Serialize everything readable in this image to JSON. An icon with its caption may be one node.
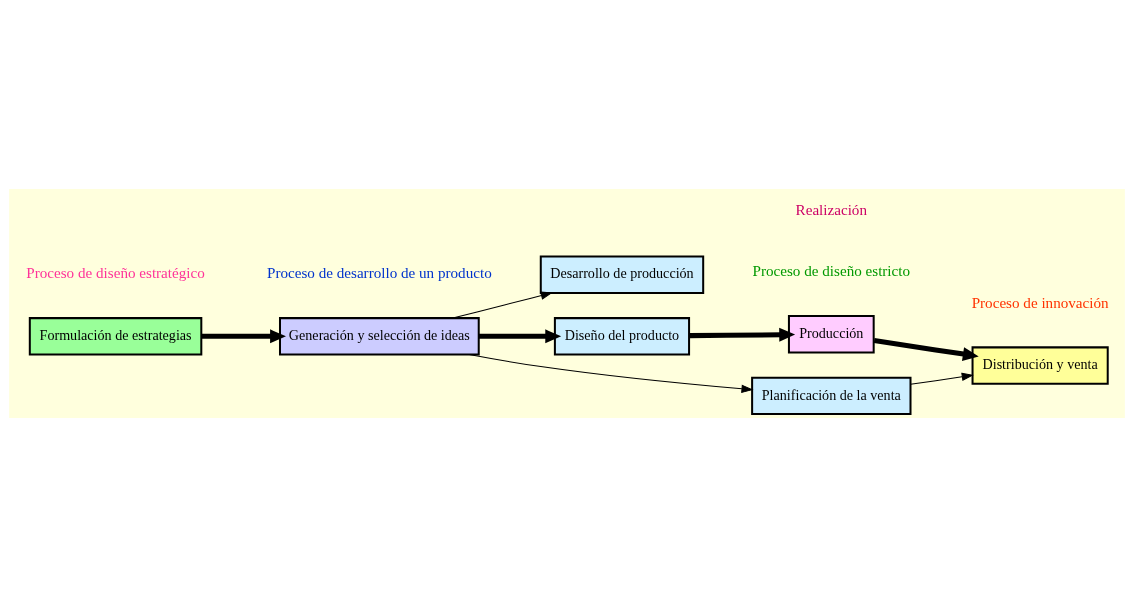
{
  "diagram": {
    "nodes": [
      {
        "text": [
          "Formulación de estrategias"
        ]
      },
      {
        "text": [
          "Generación y selección de ideas"
        ]
      },
      {
        "text": [
          "Desarrollo de producción"
        ]
      },
      {
        "text": [
          "Diseño del producto"
        ]
      },
      {
        "text": [
          "Planificación de la venta"
        ]
      },
      {
        "text": [
          "Producción"
        ]
      },
      {
        "text": [
          "Distribución y venta"
        ]
      }
    ],
    "edges": [
      {
        "from": 0,
        "to": 1,
        "arrow": "to"
      },
      {
        "from": 1,
        "to": 2,
        "arrow": "to"
      },
      {
        "from": 1,
        "to": 3,
        "arrow": "to"
      },
      {
        "from": 1,
        "to": 4,
        "arrow": "to"
      },
      {
        "from": 3,
        "to": 5,
        "arrow": "to"
      },
      {
        "from": 5,
        "to": 6,
        "arrow": "to"
      },
      {
        "from": 4,
        "to": 6,
        "arrow": "to"
      }
    ],
    "labels": [
      "Proceso de diseño estratégico",
      "Proceso de diseño estricto",
      "Proceso de desarrollo de un producto",
      "Realización",
      "Proceso de innovación"
    ]
  }
}
